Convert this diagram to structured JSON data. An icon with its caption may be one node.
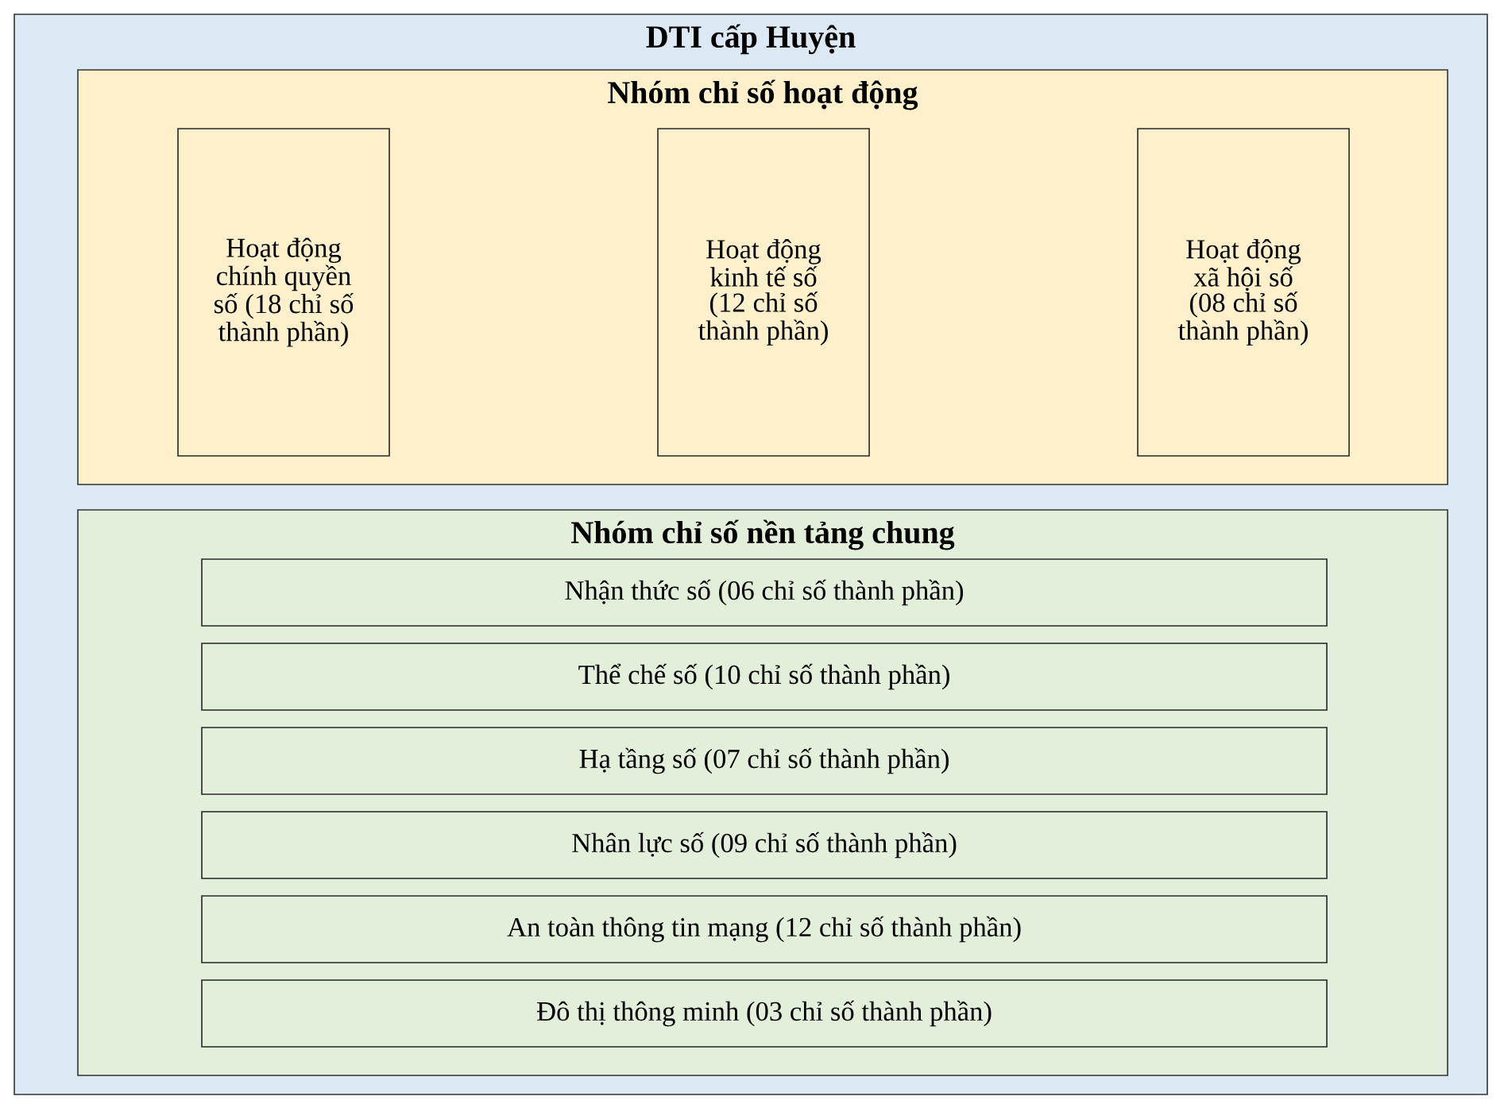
{
  "diagram": {
    "nodes": [
      {
        "text": [
          "DTI cấp Huyện"
        ]
      },
      {
        "text": [
          "Nhóm chỉ số hoạt động"
        ],
        "in": 0
      },
      {
        "text": [
          "Hoạt động chính quyền số (18 chỉ số thành phần)"
        ],
        "in": 1
      },
      {
        "text": [
          "Hoạt động kinh tế số (12 chỉ số thành phần)"
        ],
        "in": 1
      },
      {
        "text": [
          "Hoạt động xã hội số (08 chỉ số thành phần)"
        ],
        "in": 1
      },
      {
        "text": [
          "Nhóm chỉ số nền tảng chung"
        ],
        "in": 0
      },
      {
        "text": [
          "Nhận thức số (06 chỉ số thành phần)"
        ],
        "in": 5
      },
      {
        "text": [
          "Thể chế số (10 chỉ số thành phần)"
        ],
        "in": 5
      },
      {
        "text": [
          "Hạ tầng số (07 chỉ số thành phần)"
        ],
        "in": 5
      },
      {
        "text": [
          "Nhân lực số (09 chỉ số thành phần)"
        ],
        "in": 5
      },
      {
        "text": [
          "An toàn thông tin mạng (12 chỉ số thành phần)"
        ],
        "in": 5
      },
      {
        "text": [
          "Đô thị thông minh (03 chỉ số thành phần)"
        ],
        "in": 5
      }
    ]
  }
}
